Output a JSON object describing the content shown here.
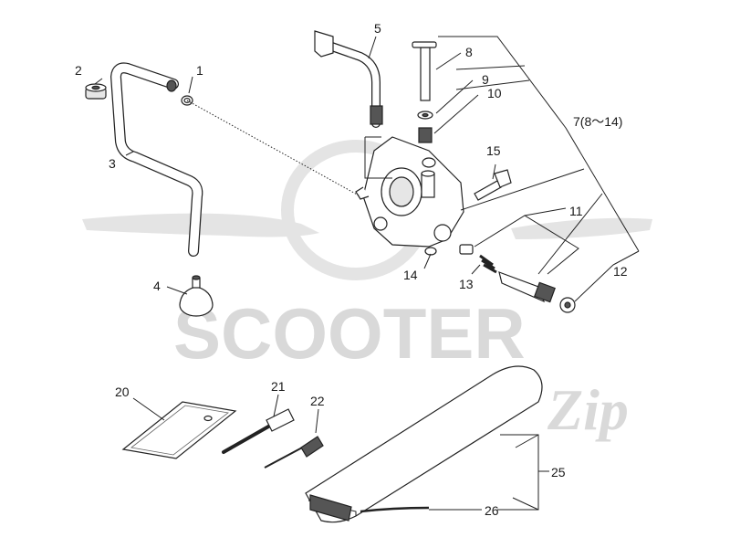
{
  "watermark": {
    "text": "SCOOTER",
    "script": "Zip"
  },
  "callouts": {
    "c1": "1",
    "c2": "2",
    "c3": "3",
    "c4": "4",
    "c5": "5",
    "c7": "7(8～14)",
    "c8": "8",
    "c9": "9",
    "c10": "10",
    "c11": "11",
    "c12": "12",
    "c13": "13",
    "c14": "14",
    "c15": "15",
    "c20": "20",
    "c21": "21",
    "c22": "22",
    "c25": "25",
    "c26": "26"
  }
}
